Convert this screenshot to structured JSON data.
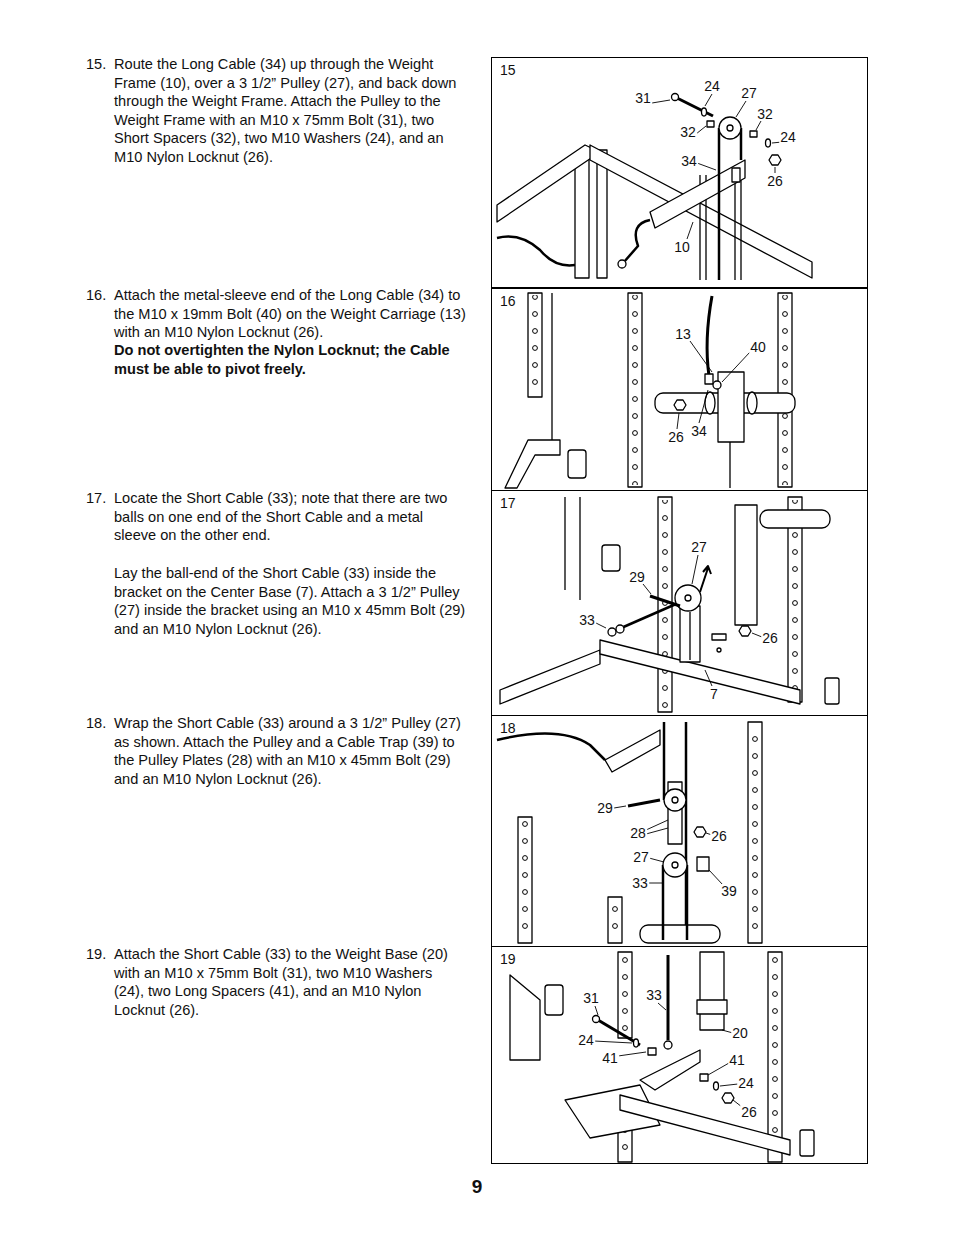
{
  "diagram": {
    "nodes": [
      {
        "text": [
          "15"
        ]
      },
      {
        "text": [
          "16"
        ]
      },
      {
        "text": [
          "17"
        ]
      },
      {
        "text": [
          "18"
        ]
      },
      {
        "text": [
          "19"
        ]
      }
    ],
    "labels": [
      "15.",
      "Route the Long Cable (34) up through the Weight Frame (10), over a 3 1/2” Pulley (27), and back down through the Weight Frame. Attach the Pulley to the Weight Frame with an M10 x 75mm Bolt (31), two Short Spacers (32), two M10 Washers (24), and an M10 Nylon Locknut (26).",
      "31",
      "24",
      "27",
      "32",
      "32",
      "24",
      "34",
      "26",
      "10",
      "16.",
      "Attach the metal-sleeve end of the Long Cable (34) to the M10 x 19mm Bolt (40) on the Weight Carriage (13) with an M10 Nylon Locknut (26).",
      "Do not overtighten the Nylon Locknut; the Cable must be able to pivot freely.",
      "13",
      "40",
      "26",
      "34",
      "17.",
      "Locate the Short Cable (33); note that there are two balls on one end of the Short Cable and a metal sleeve on the other end.",
      "Lay the ball-end of the Short Cable (33) inside the bracket on the Center Base (7). Attach a 3 1/2” Pulley (27) inside the bracket using an M10 x 45mm Bolt (29) and an M10 Nylon Locknut (26).",
      "27",
      "29",
      "33",
      "26",
      "7",
      "18.",
      "Wrap the Short Cable (33) around a 3 1/2” Pulley (27) as shown. Attach the Pulley and a Cable Trap (39) to the Pulley Plates (28) with an M10 x 45mm Bolt (29) and an M10 Nylon Locknut (26).",
      "29",
      "28",
      "26",
      "27",
      "33",
      "39",
      "19.",
      "Attach the Short Cable (33) to the Weight Base (20) with an M10 x 75mm Bolt (31), two M10 Washers (24), two Long Spacers (41), and an M10 Nylon Locknut (26).",
      "31",
      "33",
      "20",
      "24",
      "41",
      "41",
      "24",
      "26",
      "9"
    ]
  }
}
